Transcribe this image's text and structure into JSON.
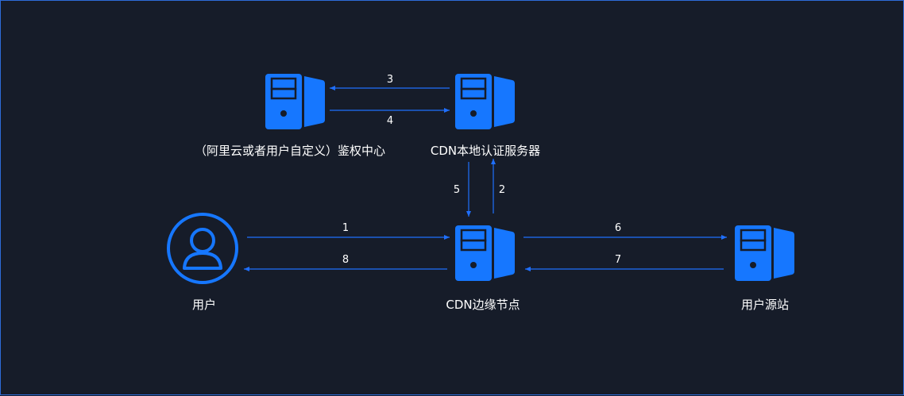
{
  "colors": {
    "background": "#161c29",
    "accent": "#1677ff",
    "line": "#1f6fff",
    "text": "#ffffff"
  },
  "nodes": {
    "auth_center": {
      "label": "（阿里云或者用户自定义）鉴权中心",
      "icon": "server-icon"
    },
    "local_auth": {
      "label": "CDN本地认证服务器",
      "icon": "server-icon"
    },
    "user": {
      "label": "用户",
      "icon": "user-icon"
    },
    "edge": {
      "label": "CDN边缘节点",
      "icon": "server-icon"
    },
    "origin": {
      "label": "用户源站",
      "icon": "server-icon"
    }
  },
  "arrows": {
    "a1": "1",
    "a2": "2",
    "a3": "3",
    "a4": "4",
    "a5": "5",
    "a6": "6",
    "a7": "7",
    "a8": "8"
  }
}
